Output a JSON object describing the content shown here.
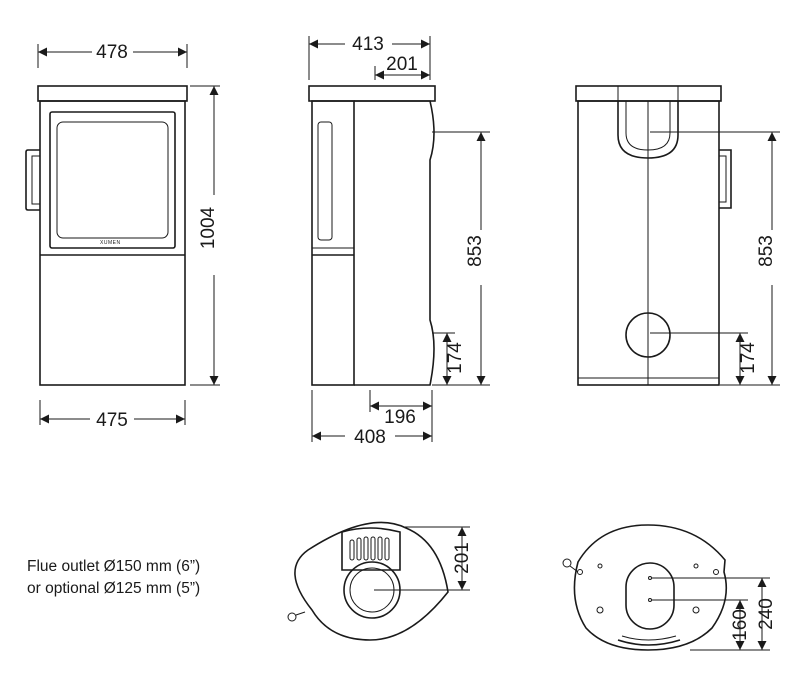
{
  "front_view": {
    "width_top_mm": "478",
    "width_bottom_mm": "475",
    "height_mm": "1004"
  },
  "side_view": {
    "depth_top_mm": "413",
    "flue_offset_top_mm": "201",
    "rear_outlet_height_mm": "853",
    "rear_air_intake_height_mm": "174",
    "bottom_offset_mm": "196",
    "depth_bottom_mm": "408"
  },
  "rear_view": {
    "outlet_height_mm": "853",
    "air_intake_height_mm": "174"
  },
  "top_view": {
    "flue_offset_mm": "201"
  },
  "bottom_view": {
    "connection_a_mm": "240",
    "connection_b_mm": "160"
  },
  "flue_note": {
    "line1": "Flue outlet Ø150 mm (6”)",
    "line2": "or optional Ø125 mm (5”)"
  },
  "colors": {
    "line": "#1a1a1a",
    "background": "#ffffff"
  }
}
